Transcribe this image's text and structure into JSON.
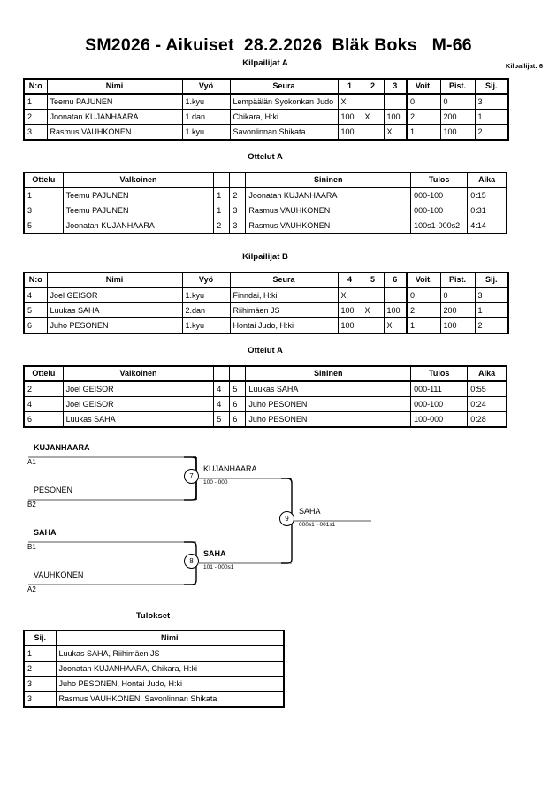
{
  "header": {
    "title": "SM2026 - Aikuiset  28.2.2026  Bläk Boks   M-66",
    "competitor_count_label": "Kilpailijat: 6"
  },
  "sections": {
    "pool_a_heading": "Kilpailijat A",
    "matches_a_heading": "Ottelut A",
    "pool_b_heading": "Kilpailijat B",
    "matches_b_heading": "Ottelut A",
    "results_heading": "Tulokset"
  },
  "pool_a": {
    "columns": [
      "N:o",
      "Nimi",
      "Vyö",
      "Seura",
      "1",
      "2",
      "3",
      "Voit.",
      "Pist.",
      "Sij."
    ],
    "rows": [
      {
        "no": "1",
        "name": "Teemu PAJUNEN",
        "belt": "1.kyu",
        "club": "Lempäälän Syokonkan Judo",
        "s1": "X",
        "s2": "",
        "s3": "",
        "wins": "0",
        "points": "0",
        "rank": "3"
      },
      {
        "no": "2",
        "name": "Joonatan KUJANHAARA",
        "belt": "1.dan",
        "club": "Chikara, H:ki",
        "s1": "100",
        "s2": "X",
        "s3": "100",
        "wins": "2",
        "points": "200",
        "rank": "1"
      },
      {
        "no": "3",
        "name": "Rasmus VAUHKONEN",
        "belt": "1.kyu",
        "club": "Savonlinnan Shikata",
        "s1": "100",
        "s2": "",
        "s3": "X",
        "wins": "1",
        "points": "100",
        "rank": "2"
      }
    ]
  },
  "matches_a": {
    "columns": [
      "Ottelu",
      "Valkoinen",
      "",
      "",
      "Sininen",
      "Tulos",
      "Aika"
    ],
    "rows": [
      {
        "match": "1",
        "white": "Teemu PAJUNEN",
        "white_no": "1",
        "blue_no": "2",
        "blue": "Joonatan KUJANHAARA",
        "result": "000-100",
        "time": "0:15",
        "white_win": false,
        "blue_win": true
      },
      {
        "match": "3",
        "white": "Teemu PAJUNEN",
        "white_no": "1",
        "blue_no": "3",
        "blue": "Rasmus VAUHKONEN",
        "result": "000-100",
        "time": "0:31",
        "white_win": false,
        "blue_win": true
      },
      {
        "match": "5",
        "white": "Joonatan KUJANHAARA",
        "white_no": "2",
        "blue_no": "3",
        "blue": "Rasmus VAUHKONEN",
        "result": "100s1-000s2",
        "time": "4:14",
        "white_win": true,
        "blue_win": false
      }
    ]
  },
  "pool_b": {
    "columns": [
      "N:o",
      "Nimi",
      "Vyö",
      "Seura",
      "4",
      "5",
      "6",
      "Voit.",
      "Pist.",
      "Sij."
    ],
    "rows": [
      {
        "no": "4",
        "name": "Joel GEISOR",
        "belt": "1.kyu",
        "club": "Finndai, H:ki",
        "s1": "X",
        "s2": "",
        "s3": "",
        "wins": "0",
        "points": "0",
        "rank": "3"
      },
      {
        "no": "5",
        "name": "Luukas SAHA",
        "belt": "2.dan",
        "club": "Riihimäen JS",
        "s1": "100",
        "s2": "X",
        "s3": "100",
        "wins": "2",
        "points": "200",
        "rank": "1"
      },
      {
        "no": "6",
        "name": "Juho PESONEN",
        "belt": "1.kyu",
        "club": "Hontai Judo, H:ki",
        "s1": "100",
        "s2": "",
        "s3": "X",
        "wins": "1",
        "points": "100",
        "rank": "2"
      }
    ]
  },
  "matches_b": {
    "columns": [
      "Ottelu",
      "Valkoinen",
      "",
      "",
      "Sininen",
      "Tulos",
      "Aika"
    ],
    "rows": [
      {
        "match": "2",
        "white": "Joel GEISOR",
        "white_no": "4",
        "blue_no": "5",
        "blue": "Luukas SAHA",
        "result": "000-111",
        "time": "0:55",
        "white_win": false,
        "blue_win": true
      },
      {
        "match": "4",
        "white": "Joel GEISOR",
        "white_no": "4",
        "blue_no": "6",
        "blue": "Juho PESONEN",
        "result": "000-100",
        "time": "0:24",
        "white_win": false,
        "blue_win": true
      },
      {
        "match": "6",
        "white": "Luukas SAHA",
        "white_no": "5",
        "blue_no": "6",
        "blue": "Juho PESONEN",
        "result": "100-000",
        "time": "0:28",
        "white_win": true,
        "blue_win": false
      }
    ]
  },
  "bracket": {
    "entries": [
      {
        "name": "KUJANHAARA",
        "seed": "A1",
        "winner": true
      },
      {
        "name": "PESONEN",
        "seed": "B2",
        "winner": false
      },
      {
        "name": "SAHA",
        "seed": "B1",
        "winner": true
      },
      {
        "name": "VAUHKONEN",
        "seed": "A2",
        "winner": false
      }
    ],
    "semifinal_1": {
      "number": "7",
      "winner": "KUJANHAARA",
      "score": "100 - 000"
    },
    "semifinal_2": {
      "number": "8",
      "winner": "SAHA",
      "score": "101 - 000s1"
    },
    "final": {
      "number": "9",
      "winner": "SAHA",
      "score": "000s1 - 001s1"
    }
  },
  "results": {
    "columns": [
      "Sij.",
      "Nimi"
    ],
    "rows": [
      {
        "rank": "1",
        "name": "Luukas SAHA, Riihimäen JS"
      },
      {
        "rank": "2",
        "name": "Joonatan KUJANHAARA, Chikara, H:ki"
      },
      {
        "rank": "3",
        "name": "Juho PESONEN, Hontai Judo, H:ki"
      },
      {
        "rank": "3",
        "name": "Rasmus VAUHKONEN, Savonlinnan Shikata"
      }
    ]
  }
}
